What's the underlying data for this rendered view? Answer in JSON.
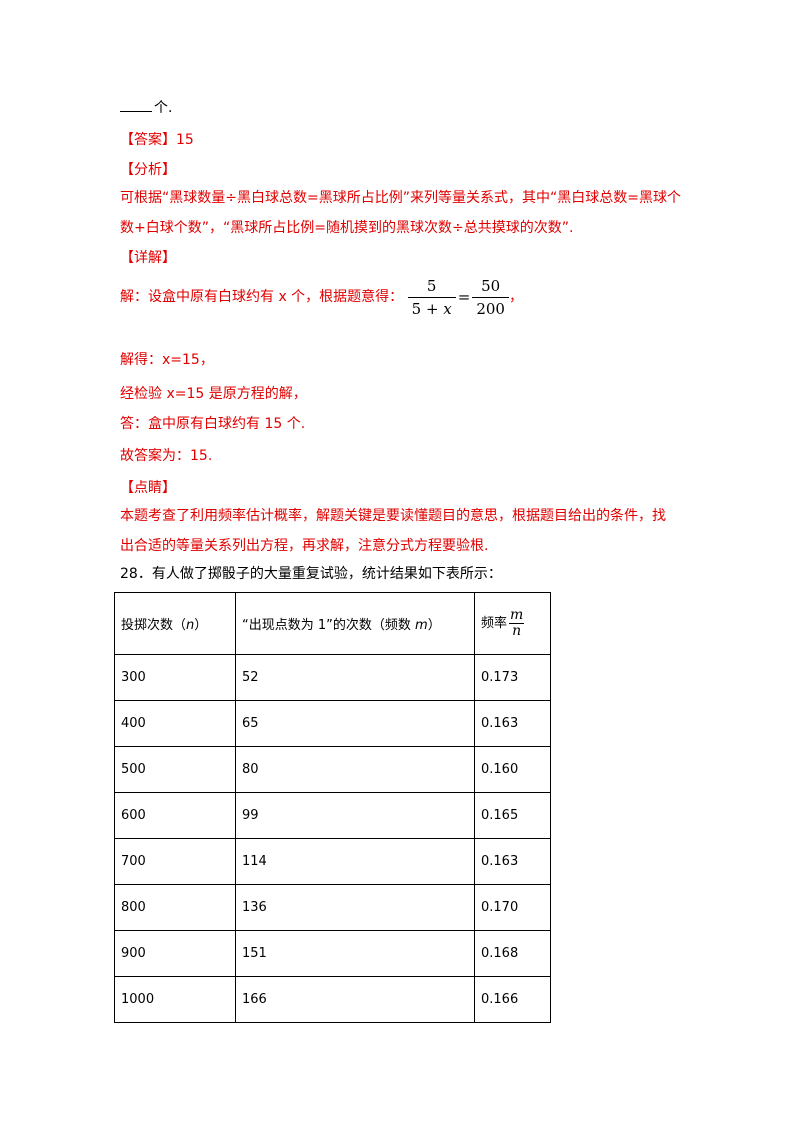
{
  "fragment": {
    "suffix": "个."
  },
  "answer": {
    "label": "【答案】",
    "value": "15"
  },
  "analysis": {
    "label": "【分析】",
    "line1": "可根据“黑球数量÷黑白球总数=黑球所占比例”来列等量关系式，其中“黑白球总数=黑球个",
    "line2": "数+白球个数”，“黑球所占比例=随机摸到的黑球次数÷总共摸球的次数”."
  },
  "detail": {
    "label": "【详解】",
    "setup": "解：设盒中原有白球约有 x 个，根据题意得：",
    "eq_left_num": "5",
    "eq_left_den_a": "5 + ",
    "eq_left_den_var": "x",
    "eq_sign": "=",
    "eq_right_num": "50",
    "eq_right_den": "200",
    "eq_tail": "，",
    "solve": "解得：x=15，",
    "check": "经检验 x=15 是原方程的解，",
    "reply": "答：盒中原有白球约有 15 个.",
    "final": "故答案为：15."
  },
  "comment": {
    "label": "【点睛】",
    "line1": "本题考查了利用频率估计概率，解题关键是要读懂题目的意思，根据题目给出的条件，找",
    "line2": "出合适的等量关系列出方程，再求解，注意分式方程要验根."
  },
  "question": {
    "text": "28．有人做了掷骰子的大量重复试验，统计结果如下表所示："
  },
  "table": {
    "header_c1_a": "投掷次数（",
    "header_c1_var": "n",
    "header_c1_b": "）",
    "header_c2_a": "“出现点数为 1”的次数（频数 ",
    "header_c2_var": "m",
    "header_c2_b": "）",
    "header_c3": "频率",
    "header_c3_num": "m",
    "header_c3_den": "n",
    "rows": [
      {
        "n": "300",
        "m": "52",
        "f": "0.173"
      },
      {
        "n": "400",
        "m": "65",
        "f": "0.163"
      },
      {
        "n": "500",
        "m": "80",
        "f": "0.160"
      },
      {
        "n": "600",
        "m": "99",
        "f": "0.165"
      },
      {
        "n": "700",
        "m": "114",
        "f": "0.163"
      },
      {
        "n": "800",
        "m": "136",
        "f": "0.170"
      },
      {
        "n": "900",
        "m": "151",
        "f": "0.168"
      },
      {
        "n": "1000",
        "m": "166",
        "f": "0.166"
      }
    ]
  }
}
